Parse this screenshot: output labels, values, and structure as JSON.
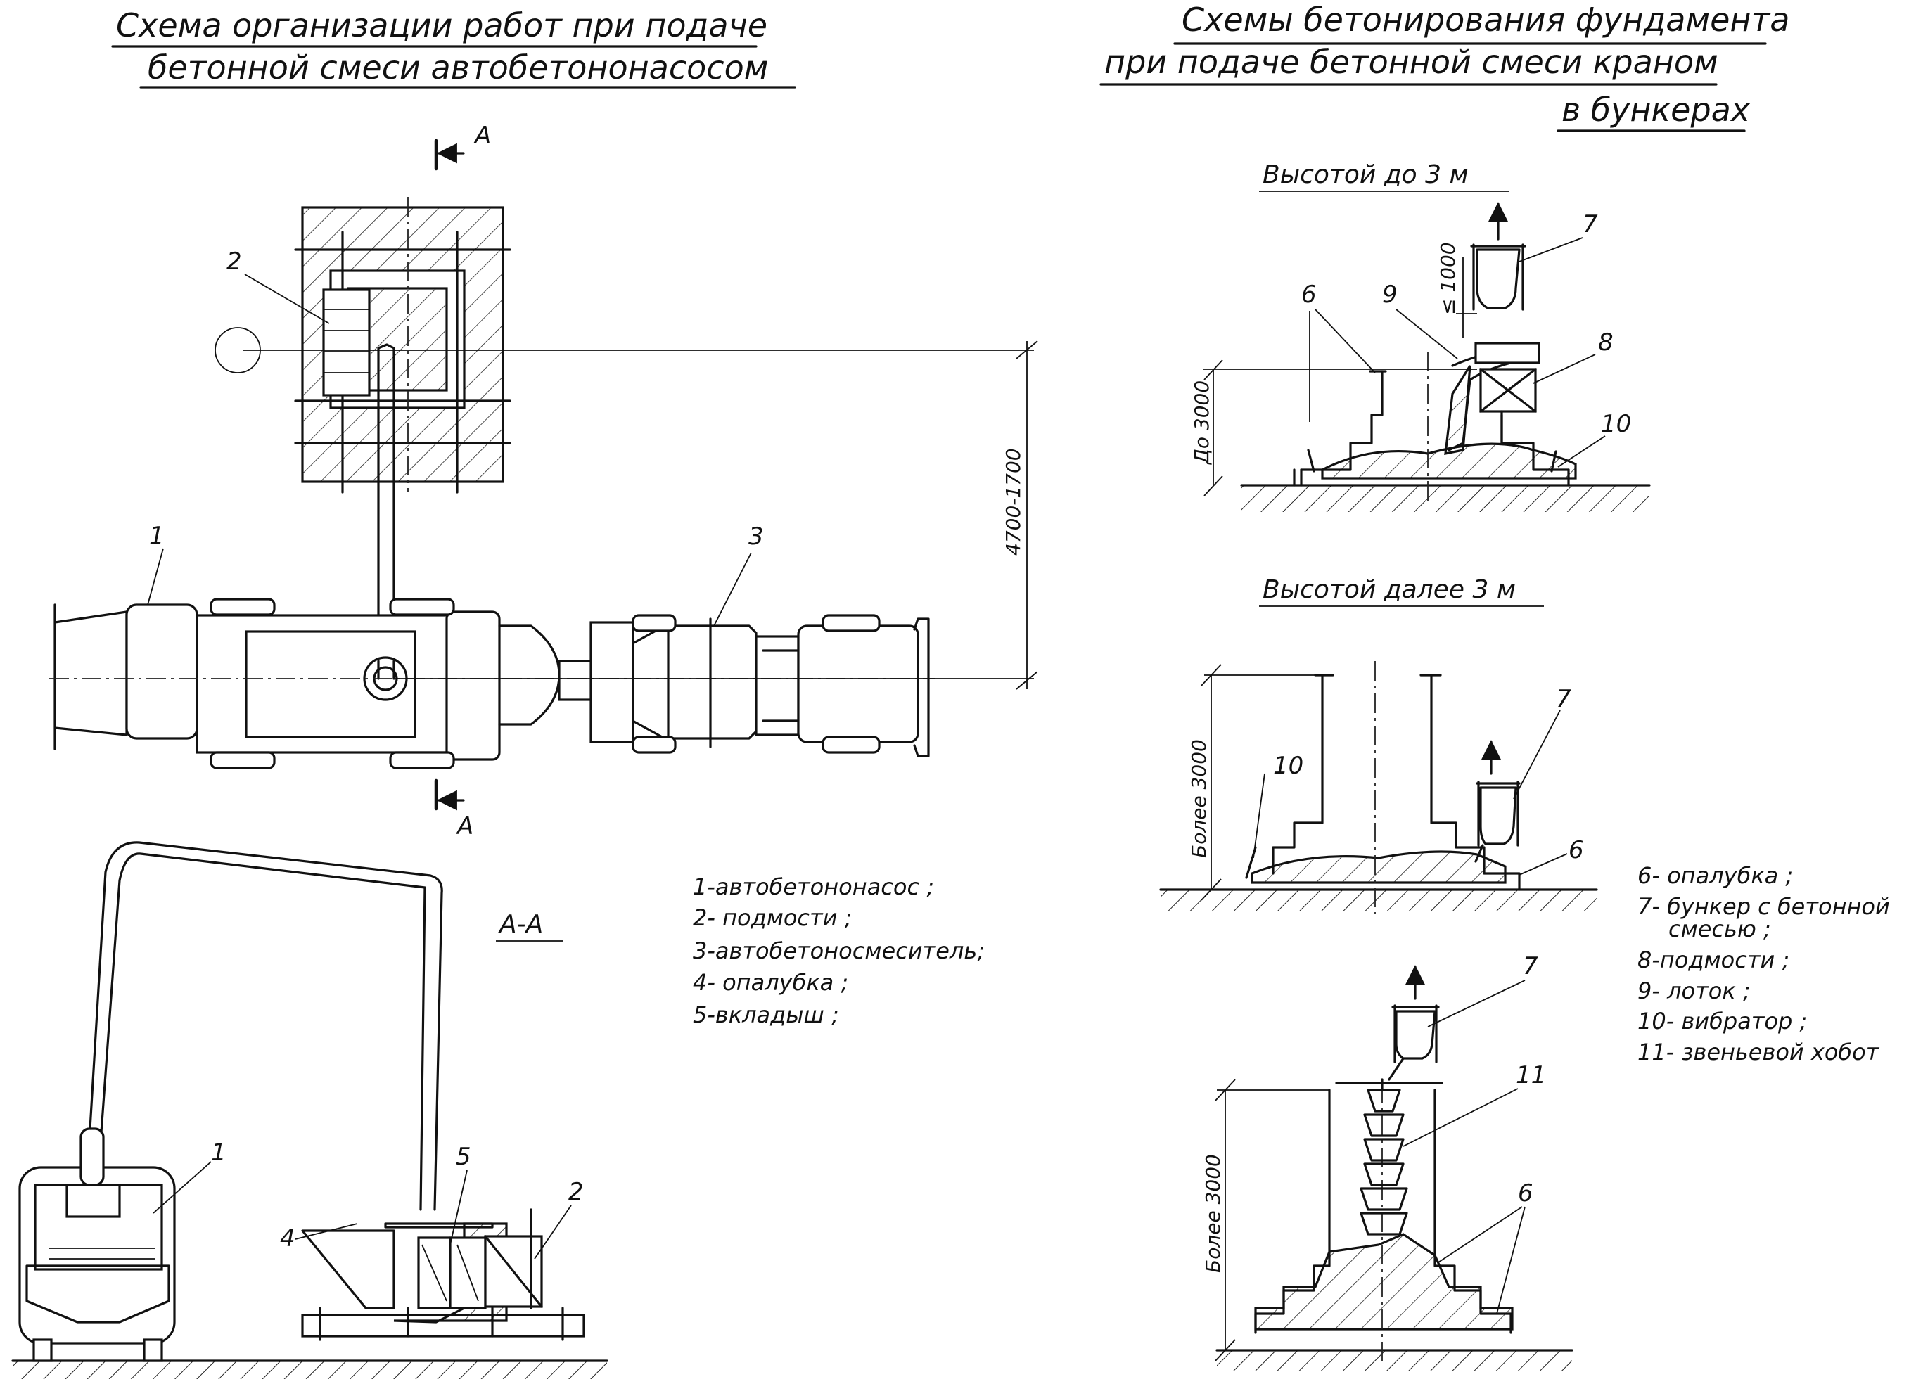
{
  "left_title": {
    "line1": "Схема организации работ при подаче",
    "line2": "бетонной смеси автобетононасосом"
  },
  "right_title": {
    "line1": "Схемы бетонирования фундамента",
    "line2": "при подаче бетонной смеси краном",
    "line3": "в бункерах"
  },
  "section_a": {
    "mark": "А",
    "view_label": "А-А"
  },
  "plan_dimension": "4700-1700",
  "subsections": {
    "up_to_3m": "Высотой до 3 м",
    "over_3m": "Высотой далее 3 м"
  },
  "dimensions": {
    "up_to_3000": "До 3000",
    "lift_1000": "≤ 1000",
    "over_3000_a": "Более 3000",
    "over_3000_b": "Более 3000"
  },
  "callouts": {
    "n1": "1",
    "n2": "2",
    "n3": "3",
    "n4": "4",
    "n5": "5",
    "n6": "6",
    "n7": "7",
    "n8": "8",
    "n9": "9",
    "n10": "10",
    "n11": "11"
  },
  "legend_left": [
    "1-автобетононасос ;",
    "2- подмости ;",
    "3-автобетоносмеситель;",
    "4- опалубка ;",
    "5-вкладыш ;"
  ],
  "legend_right": [
    "6- опалубка ;",
    "7- бункер с бетонной",
    "смесью ;",
    "8-подмости ;",
    "9- лоток ;",
    "10- вибратор ;",
    "11- звеньевой хобот"
  ]
}
